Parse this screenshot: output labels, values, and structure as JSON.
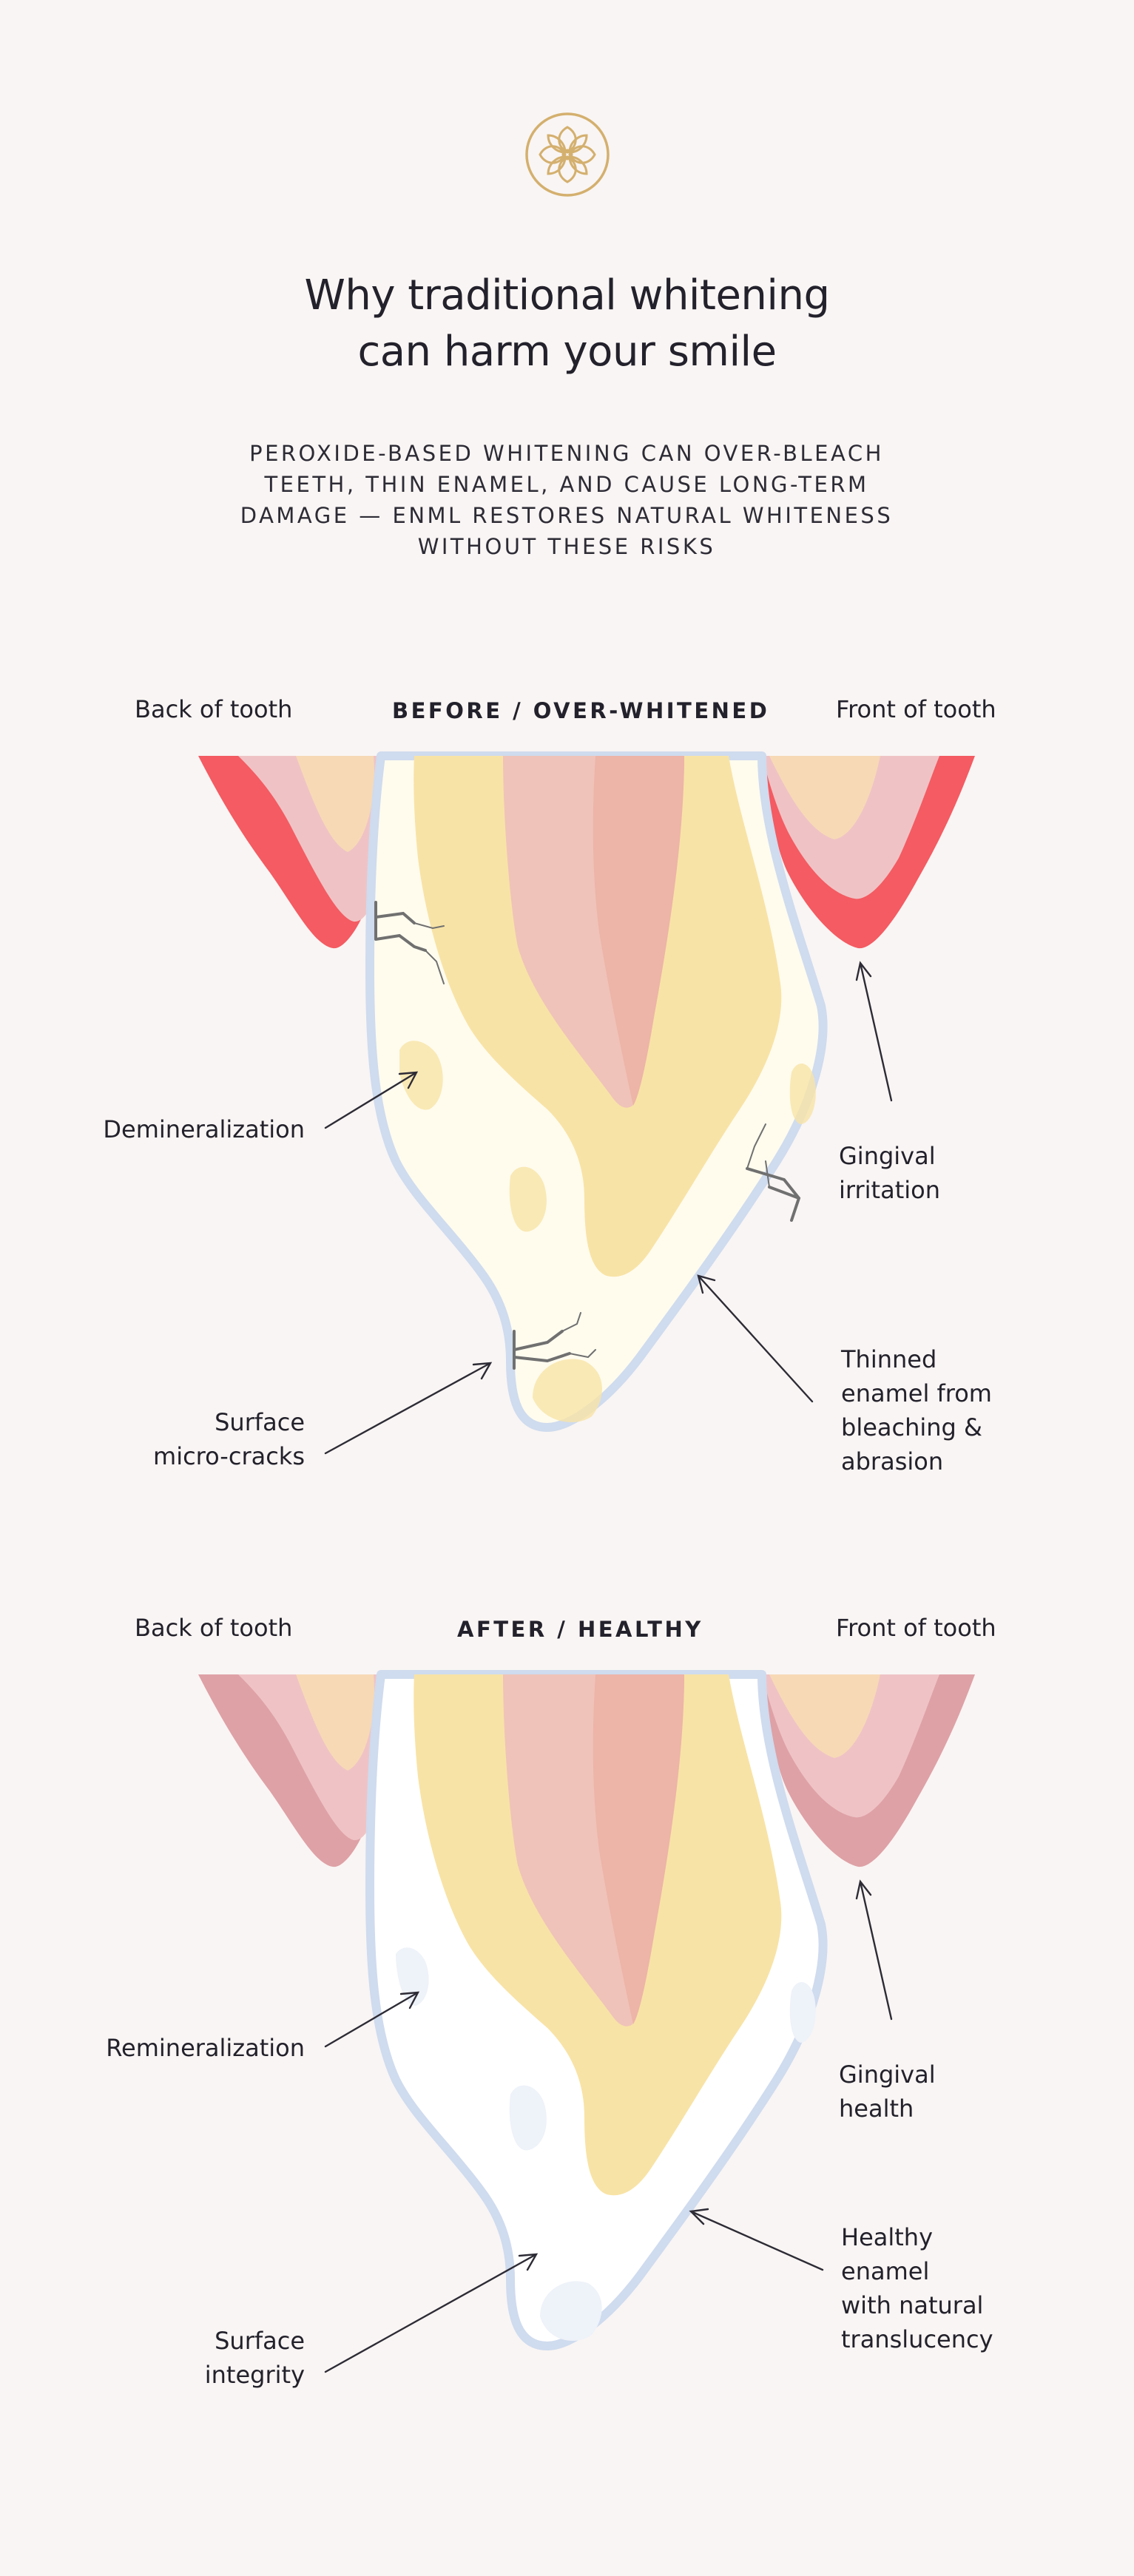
{
  "header": {
    "logo_icon": "flower-logo-icon",
    "title_line1": "Why traditional whitening",
    "title_line2": "can harm your smile",
    "subtitle_line1": "PEROXIDE-BASED WHITENING CAN OVER-BLEACH",
    "subtitle_line2": "TEETH, THIN ENAMEL, AND CAUSE LONG-TERM",
    "subtitle_line3": "DAMAGE — ENML RESTORES NATURAL WHITENESS",
    "subtitle_line4": "WITHOUT THESE RISKS"
  },
  "before": {
    "back_label": "Back of tooth",
    "heading": "BEFORE / OVER-WHITENED",
    "front_label": "Front of tooth",
    "demineralization": "Demineralization",
    "surface_line1": "Surface",
    "surface_line2": "micro-cracks",
    "gingival_line1": "Gingival",
    "gingival_line2": "irritation",
    "enamel_line1": "Thinned",
    "enamel_line2": "enamel from",
    "enamel_line3": "bleaching &",
    "enamel_line4": "abrasion"
  },
  "after": {
    "back_label": "Back of tooth",
    "heading": "AFTER / HEALTHY",
    "front_label": "Front of tooth",
    "remineralization": "Remineralization",
    "surface_line1": "Surface",
    "surface_line2": "integrity",
    "gingival_line1": "Gingival",
    "gingival_line2": "health",
    "enamel_line1": "Healthy",
    "enamel_line2": "enamel",
    "enamel_line3": "with natural",
    "enamel_line4": "translucency"
  },
  "colors": {
    "background": "#f9f5f4",
    "gold": "#d4b06e",
    "gum_irritated": "#f45b62",
    "gum_healthy": "#dea1a6",
    "gum_inner": "#efc3c5",
    "root_peach": "#f7d9b6",
    "dentin": "#f8e3a6",
    "pulp_light": "#efc3b9",
    "pulp_dark": "#edb4a8",
    "enamel_before": "#fffcee",
    "enamel_after": "#ffffff",
    "enamel_outline": "#cfdbee",
    "crack": "#707070"
  }
}
